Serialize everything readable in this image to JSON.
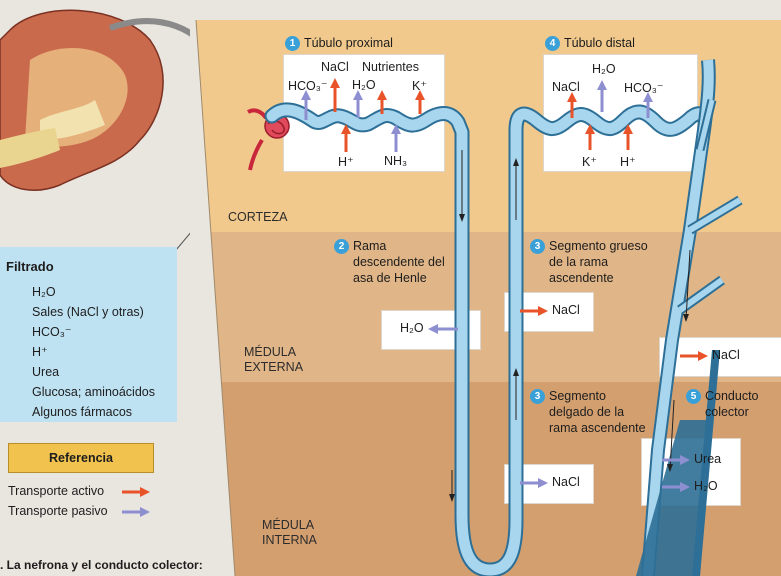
{
  "zones": {
    "cortex": "CORTEZA",
    "outer_medulla": [
      "MÉDULA",
      "EXTERNA"
    ],
    "inner_medulla": [
      "MÉDULA",
      "INTERNA"
    ]
  },
  "segments": {
    "proximal": {
      "number": "1",
      "title": "Túbulo proximal"
    },
    "distal": {
      "number": "4",
      "title": "Túbulo distal"
    },
    "descending": {
      "number": "2",
      "title": [
        "Rama",
        "descendente del",
        "asa de Henle"
      ]
    },
    "thick_ascending": {
      "number": "3",
      "title": [
        "Segmento grueso",
        "de la rama",
        "ascendente"
      ]
    },
    "thin_ascending": {
      "number": "3",
      "title": [
        "Segmento",
        "delgado de la",
        "rama ascendente"
      ]
    },
    "collecting": {
      "number": "5",
      "title": [
        "Conducto",
        "colector"
      ]
    }
  },
  "proximal_box": {
    "top": [
      "HCO₃⁻",
      "NaCl",
      "H₂O",
      "Nutrientes",
      "K⁺"
    ],
    "bottom": [
      "H⁺",
      "NH₃"
    ]
  },
  "distal_box": {
    "top": [
      "NaCl",
      "H₂O",
      "HCO₃⁻"
    ],
    "bottom": [
      "K⁺",
      "H⁺"
    ]
  },
  "transport_labels": {
    "descending_h2o": "H₂O",
    "thick_nacl": "NaCl",
    "thin_nacl": "NaCl",
    "collecting_nacl": "NaCl",
    "collecting_urea": "Urea",
    "collecting_h2o": "H₂O"
  },
  "filtrate": {
    "title": "Filtrado",
    "items": [
      "H₂O",
      "Sales (NaCl y otras)",
      "HCO₃⁻",
      "H⁺",
      "Urea",
      "Glucosa; aminoácidos",
      "Algunos fármacos"
    ]
  },
  "legend": {
    "title": "Referencia",
    "active": "Transporte activo",
    "passive": "Transporte pasivo"
  },
  "caption": ". La nefrona y el conducto colector:",
  "colors": {
    "active": "#e8532a",
    "passive": "#8e8fd0",
    "tubule": "#8fc8e6",
    "tubule_stroke": "#2d6f96",
    "cortex": "#f1c98c",
    "outer_medulla": "#e0b587",
    "inner_medulla": "#d49f6f",
    "filtrate_bg": "#bfe2f3",
    "legend_bg": "#f1c24e"
  }
}
